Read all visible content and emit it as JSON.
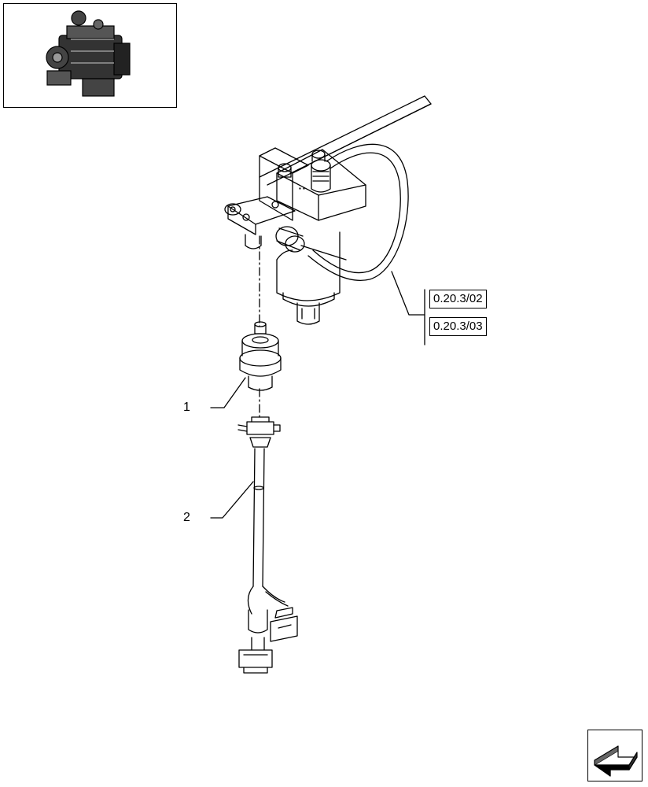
{
  "thumbnail": {
    "icon": "engine-icon"
  },
  "references": [
    {
      "code": "0.20.3/02"
    },
    {
      "code": "0.20.3/03"
    }
  ],
  "callouts": [
    {
      "number": "1"
    },
    {
      "number": "2"
    }
  ],
  "navigation": {
    "icon": "next-page-arrow-icon"
  }
}
